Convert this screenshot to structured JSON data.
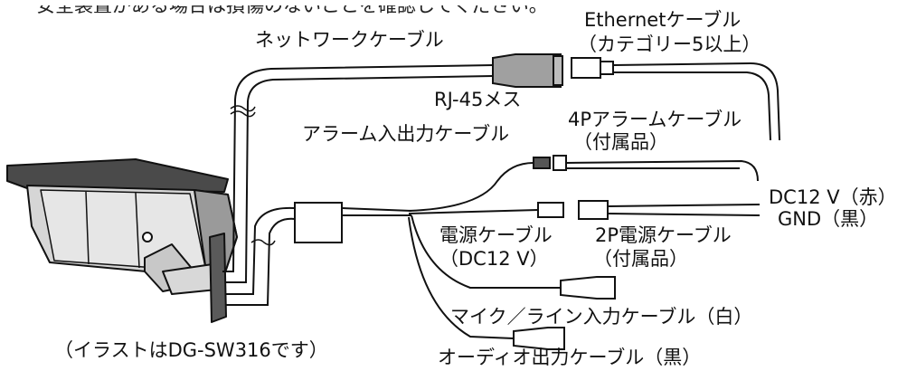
{
  "header_cutoff": "安全装置がある場合は損傷のないことを確認してください。",
  "labels": {
    "network_cable": "ネットワークケーブル",
    "ethernet_cable_line1": "Ethernetケーブル",
    "ethernet_cable_line2": "（カテゴリー5以上）",
    "rj45_female": "RJ-45メス",
    "alarm_4p_line1": "4Pアラームケーブル",
    "alarm_4p_line2": "（付属品）",
    "alarm_io_cable": "アラーム入出力ケーブル",
    "dc12_red": "DC12 V（赤）",
    "gnd_black": "GND（黒）",
    "power_cable_line1": "電源ケーブル",
    "power_cable_line2": "（DC12 V）",
    "power_2p_line1": "2P電源ケーブル",
    "power_2p_line2": "（付属品）",
    "mic_line_in": "マイク／ライン入力ケーブル（白）",
    "illustration_note": "（イラストはDG-SW316です）",
    "audio_out": "オーディオ出力ケーブル（黒）"
  }
}
